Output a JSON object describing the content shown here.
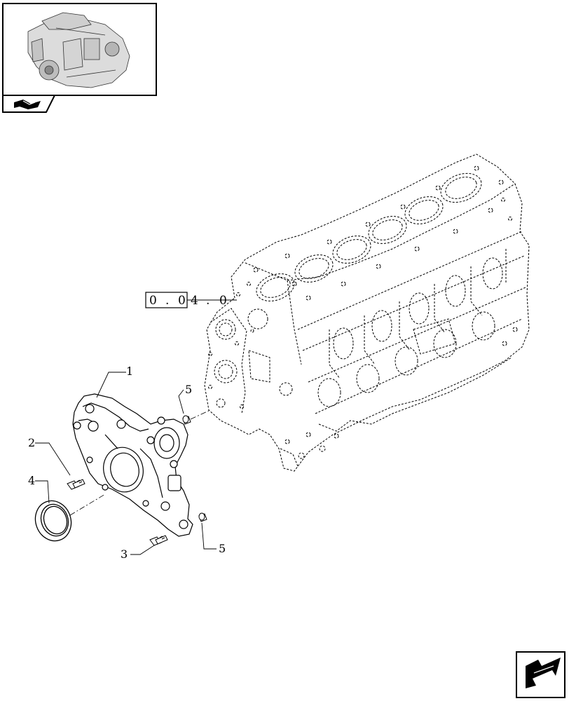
{
  "thumbnail": {
    "icon": "engine-thumbnail-icon",
    "nav_icon": "page-turn-icon"
  },
  "reference_box": {
    "chars": [
      "0",
      ".",
      "0",
      "4",
      ".",
      "0"
    ]
  },
  "callouts": {
    "c1": "1",
    "c2": "2",
    "c3": "3",
    "c4": "4",
    "c5a": "5",
    "c5b": "5"
  },
  "next_page": {
    "icon": "next-page-arrow-icon"
  },
  "colors": {
    "line": "#000000",
    "background": "#ffffff"
  }
}
